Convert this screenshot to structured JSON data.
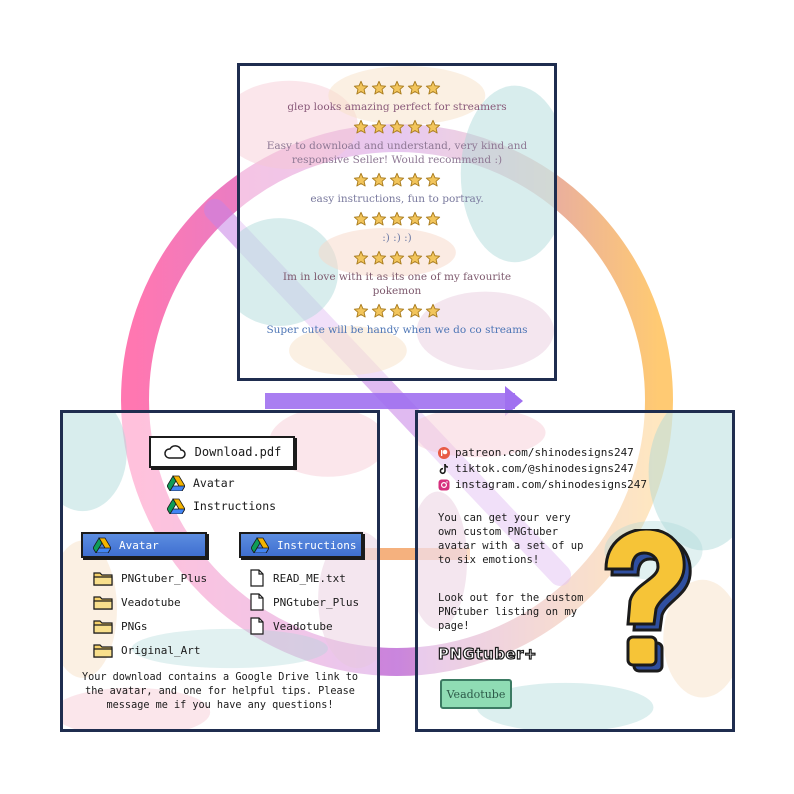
{
  "colors": {
    "panel_border": "#1f2d4f",
    "ring_start": "#ff5fa3",
    "ring_mid": "#c070d8",
    "ring_end": "#ffc15a",
    "star_fill": "#f2c55c",
    "star_stroke": "#a97c1e",
    "review_colors": [
      "#8a5a7a",
      "#8e7894",
      "#7a7a9e",
      "#6c7aa6",
      "#7e5a6e",
      "#4e76b6"
    ],
    "folder_btn": "#4a7bd8",
    "question_fill": "#f6c437",
    "question_shadow": "#2f4fa0",
    "veadotube": "#8fdcb4"
  },
  "reviews": {
    "items": [
      {
        "stars": 5,
        "text": "glep looks amazing perfect for streamers"
      },
      {
        "stars": 5,
        "text": "Easy to download and understand, very kind and responsive Seller! Would recommend :)"
      },
      {
        "stars": 5,
        "text": "easy instructions, fun to portray."
      },
      {
        "stars": 5,
        "text": ":)  :)  :)"
      },
      {
        "stars": 5,
        "text": "Im in love with it as its one of my favourite pokemon"
      },
      {
        "stars": 5,
        "text": "Super cute will be handy when we do co streams"
      }
    ]
  },
  "download": {
    "file_label": "Download.pdf",
    "file_icon": "cloud-icon",
    "drive_links": [
      {
        "icon": "google-drive-icon",
        "label": "Avatar"
      },
      {
        "icon": "google-drive-icon",
        "label": "Instructions"
      }
    ],
    "folders": [
      {
        "label": "Avatar",
        "icon": "google-drive-icon",
        "items": [
          {
            "icon": "folder-icon",
            "label": "PNGtuber_Plus"
          },
          {
            "icon": "folder-icon",
            "label": "Veadotube"
          },
          {
            "icon": "folder-icon",
            "label": "PNGs"
          },
          {
            "icon": "folder-icon",
            "label": "Original_Art"
          }
        ]
      },
      {
        "label": "Instructions",
        "icon": "google-drive-icon",
        "items": [
          {
            "icon": "document-icon",
            "label": "READ_ME.txt"
          },
          {
            "icon": "document-icon",
            "label": "PNGtuber_Plus"
          },
          {
            "icon": "document-icon",
            "label": "Veadotube"
          }
        ]
      }
    ],
    "note": "Your download contains a Google Drive link to the avatar, and one for helpful tips. Please message me if you have any questions!"
  },
  "info": {
    "socials": [
      {
        "icon": "patreon-icon",
        "label": "patreon.com/shinodesigns247"
      },
      {
        "icon": "tiktok-icon",
        "label": "tiktok.com/@shinodesigns247"
      },
      {
        "icon": "instagram-icon",
        "label": "instagram.com/shinodesigns247"
      }
    ],
    "promo_text": "You can get your very own custom PNGtuber avatar with a set of up to six emotions!",
    "lookout_text": "Look out for the custom PNGtuber listing on my page!",
    "pngtuber_logo": "PNGtuber+",
    "veadotube_logo": "Veadotube",
    "question_icon": "question-mark-icon"
  }
}
